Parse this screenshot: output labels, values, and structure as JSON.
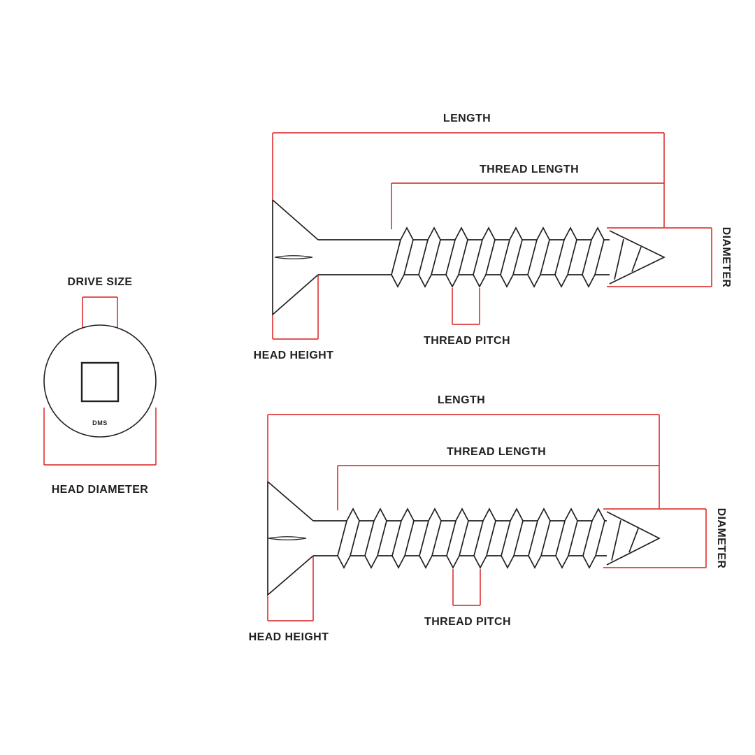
{
  "palette": {
    "line_color": "#231f20",
    "dimension_color": "#e03c3c",
    "background": "#ffffff"
  },
  "head_view": {
    "drive_size_label": "DRIVE SIZE",
    "head_diameter_label": "HEAD DIAMETER",
    "head_marking": "DMS"
  },
  "top_screw": {
    "length_label": "LENGTH",
    "thread_length_label": "THREAD LENGTH",
    "diameter_label": "DIAMETER",
    "head_height_label": "HEAD HEIGHT",
    "thread_pitch_label": "THREAD PITCH"
  },
  "bottom_screw": {
    "length_label": "LENGTH",
    "thread_length_label": "THREAD LENGTH",
    "diameter_label": "DIAMETER",
    "head_height_label": "HEAD HEIGHT",
    "thread_pitch_label": "THREAD PITCH"
  }
}
